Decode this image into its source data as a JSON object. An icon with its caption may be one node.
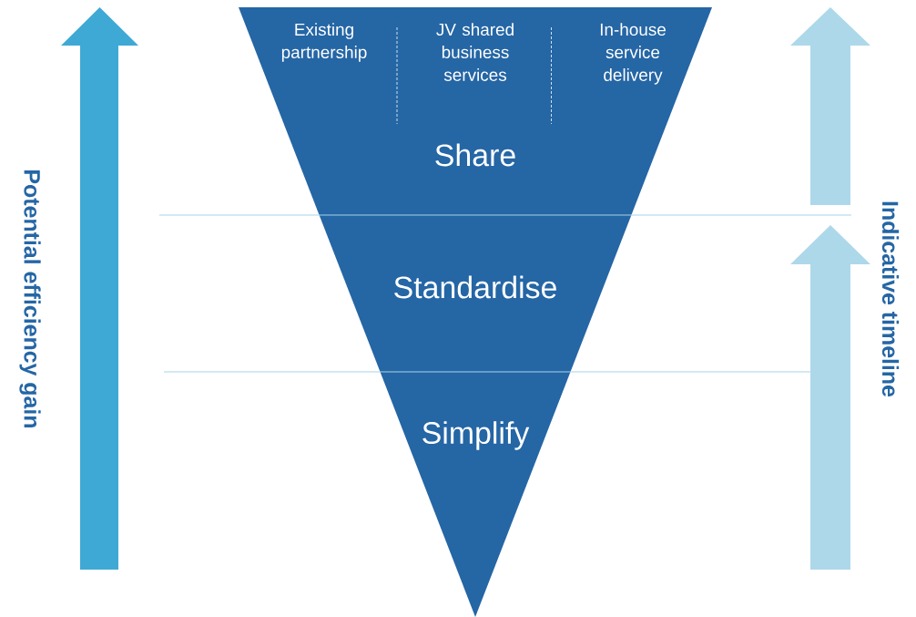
{
  "diagram": {
    "nodes": [
      {
        "text": [
          "Share"
        ]
      },
      {
        "text": [
          "Existing partnership"
        ],
        "in": 0
      },
      {
        "text": [
          "JV shared business services"
        ],
        "in": 0
      },
      {
        "text": [
          "In-house service delivery"
        ],
        "in": 0
      },
      {
        "text": [
          "Standardise"
        ]
      },
      {
        "text": [
          "Simplify"
        ]
      }
    ],
    "labels": [
      "Potential efficiency gain",
      "Indicative timeline"
    ]
  }
}
